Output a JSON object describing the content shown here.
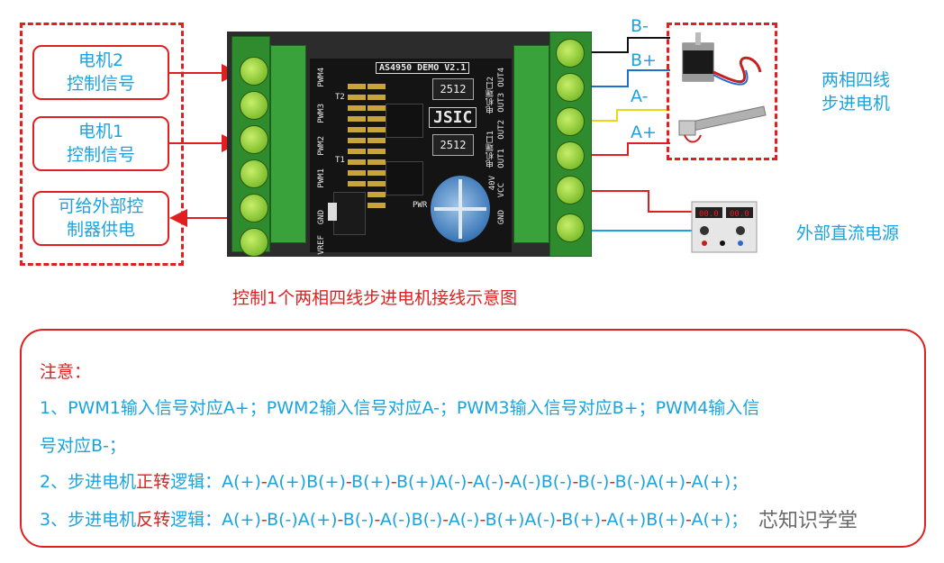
{
  "left_labels": [
    {
      "line1": "电机2",
      "line2": "控制信号"
    },
    {
      "line1": "电机1",
      "line2": "控制信号"
    },
    {
      "line1": "可给外部控",
      "line2": "制器供电"
    }
  ],
  "board": {
    "title": "AS4950 DEMO V2.1",
    "logo_text": "JSIC",
    "resistor_label": "2512",
    "left_pins": [
      "PWM4",
      "PWM3",
      "PWM2",
      "PWM1",
      "GND",
      "VREF"
    ],
    "right_pins": [
      "OUT4",
      "OUT3",
      "OUT2",
      "OUT1",
      "40V",
      "VCC",
      "GND"
    ],
    "motor_port_labels": [
      "电机端口2",
      "电机端口1"
    ],
    "small_labels": [
      "T2",
      "T1",
      "PWR"
    ]
  },
  "wire_labels": [
    "B-",
    "B+",
    "A-",
    "A+"
  ],
  "motor_label": {
    "line1": "两相四线",
    "line2": "步进电机"
  },
  "power_label": "外部直流电源",
  "diagram_title": "控制1个两相四线步进电机接线示意图",
  "notes": {
    "heading": "注意：",
    "line1a": "1、PWM1输入信号对应A+；PWM2输入信号对应A-；PWM3输入信号对应B+；PWM4输入信",
    "line1b": "号对应B-；",
    "line2_prefix": "2、步进电机",
    "line2_keyword": "正转",
    "line2_logic_label": "逻辑：",
    "line2_sequence": [
      "A(+)",
      "A(+)B(+)",
      "B(+)",
      "B(+)A(-)",
      "A(-)",
      "A(-)B(-)",
      "B(-)",
      "B(-)A(+)",
      "A(+)"
    ],
    "line2_end": "；",
    "line3_prefix": "3、步进电机",
    "line3_keyword": "反转",
    "line3_logic_label": "逻辑：",
    "line3_sequence": [
      "A(+)",
      "B(-)A(+)",
      "B(-)",
      "A(-)B(-)",
      "A(-)",
      "B(+)A(-)",
      "B(+)",
      "A(+)B(+)",
      "A(+)"
    ],
    "line3_end": "；"
  },
  "watermark": "芯知识学堂",
  "colors": {
    "accent_blue": "#1aa3de",
    "accent_red": "#e02020",
    "terminal_green": "#2e8b2e"
  }
}
